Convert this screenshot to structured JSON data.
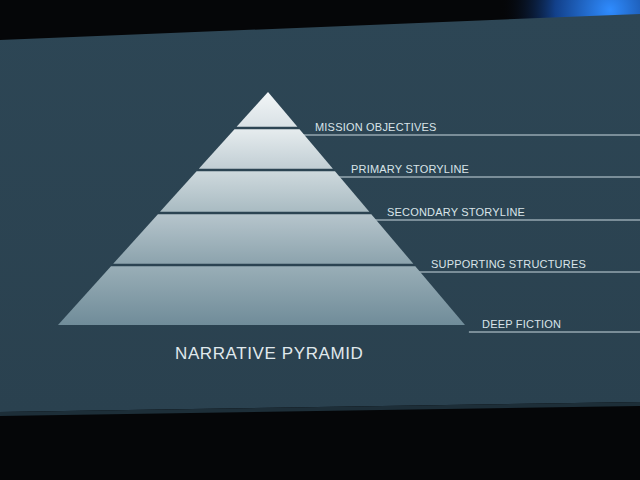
{
  "diagram": {
    "title": "NARRATIVE PYRAMID",
    "nodes": [
      {
        "text": [
          "MISSION OBJECTIVES"
        ]
      },
      {
        "text": [
          "PRIMARY STORYLINE"
        ]
      },
      {
        "text": [
          "SECONDARY STORYLINE"
        ]
      },
      {
        "text": [
          "SUPPORTING STRUCTURES"
        ]
      },
      {
        "text": [
          "DEEP FICTION"
        ]
      }
    ]
  }
}
